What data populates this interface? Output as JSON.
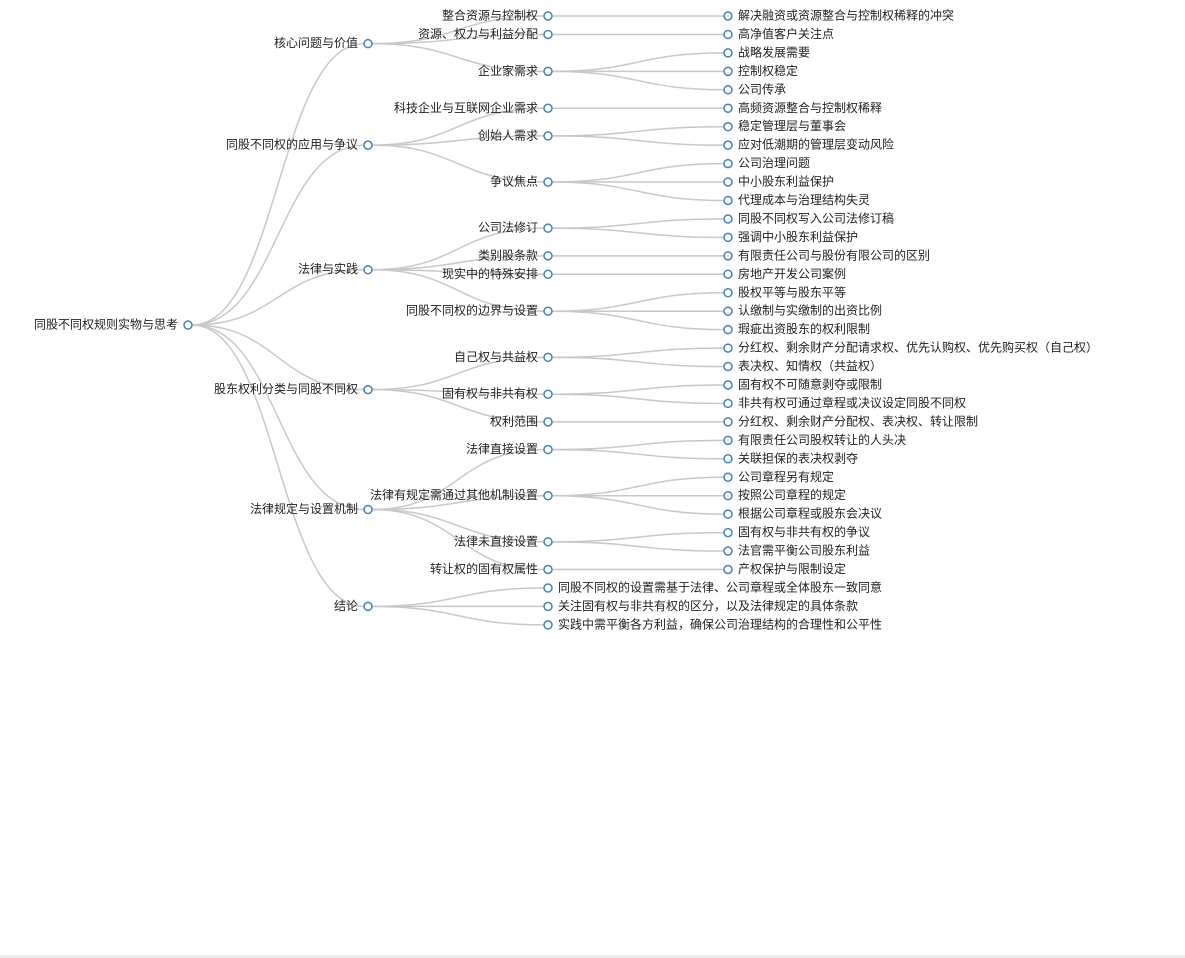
{
  "mindmap": {
    "root": {
      "label": "同股不同权规则实物与思考",
      "children": [
        {
          "label": "核心问题与价值",
          "children": [
            {
              "label": "整合资源与控制权",
              "children": [
                {
                  "label": "解决融资或资源整合与控制权稀释的冲突"
                }
              ]
            },
            {
              "label": "资源、权力与利益分配",
              "children": [
                {
                  "label": "高净值客户关注点"
                }
              ]
            },
            {
              "label": "企业家需求",
              "children": [
                {
                  "label": "战略发展需要"
                },
                {
                  "label": "控制权稳定"
                },
                {
                  "label": "公司传承"
                }
              ]
            }
          ]
        },
        {
          "label": "同股不同权的应用与争议",
          "children": [
            {
              "label": "科技企业与互联网企业需求",
              "children": [
                {
                  "label": "高频资源整合与控制权稀释"
                }
              ]
            },
            {
              "label": "创始人需求",
              "children": [
                {
                  "label": "稳定管理层与董事会"
                },
                {
                  "label": "应对低潮期的管理层变动风险"
                }
              ]
            },
            {
              "label": "争议焦点",
              "children": [
                {
                  "label": "公司治理问题"
                },
                {
                  "label": "中小股东利益保护"
                },
                {
                  "label": "代理成本与治理结构失灵"
                }
              ]
            }
          ]
        },
        {
          "label": "法律与实践",
          "children": [
            {
              "label": "公司法修订",
              "children": [
                {
                  "label": "同股不同权写入公司法修订稿"
                },
                {
                  "label": "强调中小股东利益保护"
                }
              ]
            },
            {
              "label": "类别股条款",
              "children": [
                {
                  "label": "有限责任公司与股份有限公司的区别"
                }
              ]
            },
            {
              "label": "现实中的特殊安排",
              "children": [
                {
                  "label": "房地产开发公司案例"
                }
              ]
            },
            {
              "label": "同股不同权的边界与设置",
              "children": [
                {
                  "label": "股权平等与股东平等"
                },
                {
                  "label": "认缴制与实缴制的出资比例"
                },
                {
                  "label": "瑕疵出资股东的权利限制"
                }
              ]
            }
          ]
        },
        {
          "label": "股东权利分类与同股不同权",
          "children": [
            {
              "label": "自己权与共益权",
              "children": [
                {
                  "label": "分红权、剩余财产分配请求权、优先认购权、优先购买权（自己权）"
                },
                {
                  "label": "表决权、知情权（共益权）"
                }
              ]
            },
            {
              "label": "固有权与非共有权",
              "children": [
                {
                  "label": "固有权不可随意剥夺或限制"
                },
                {
                  "label": "非共有权可通过章程或决议设定同股不同权"
                }
              ]
            },
            {
              "label": "权利范围",
              "children": [
                {
                  "label": "分红权、剩余财产分配权、表决权、转让限制"
                }
              ]
            }
          ]
        },
        {
          "label": "法律规定与设置机制",
          "children": [
            {
              "label": "法律直接设置",
              "children": [
                {
                  "label": "有限责任公司股权转让的人头决"
                },
                {
                  "label": "关联担保的表决权剥夺"
                }
              ]
            },
            {
              "label": "法律有规定需通过其他机制设置",
              "children": [
                {
                  "label": "公司章程另有规定"
                },
                {
                  "label": "按照公司章程的规定"
                },
                {
                  "label": "根据公司章程或股东会决议"
                }
              ]
            },
            {
              "label": "法律未直接设置",
              "children": [
                {
                  "label": "固有权与非共有权的争议"
                },
                {
                  "label": "法官需平衡公司股东利益"
                }
              ]
            },
            {
              "label": "转让权的固有权属性",
              "children": [
                {
                  "label": "产权保护与限制设定"
                }
              ]
            }
          ]
        },
        {
          "label": "结论",
          "children": [
            {
              "label": "同股不同权的设置需基于法律、公司章程或全体股东一致同意"
            },
            {
              "label": "关注固有权与非共有权的区分，以及法律规定的具体条款"
            },
            {
              "label": "实践中需平衡各方利益，确保公司治理结构的合理性和公平性"
            }
          ]
        }
      ]
    }
  }
}
